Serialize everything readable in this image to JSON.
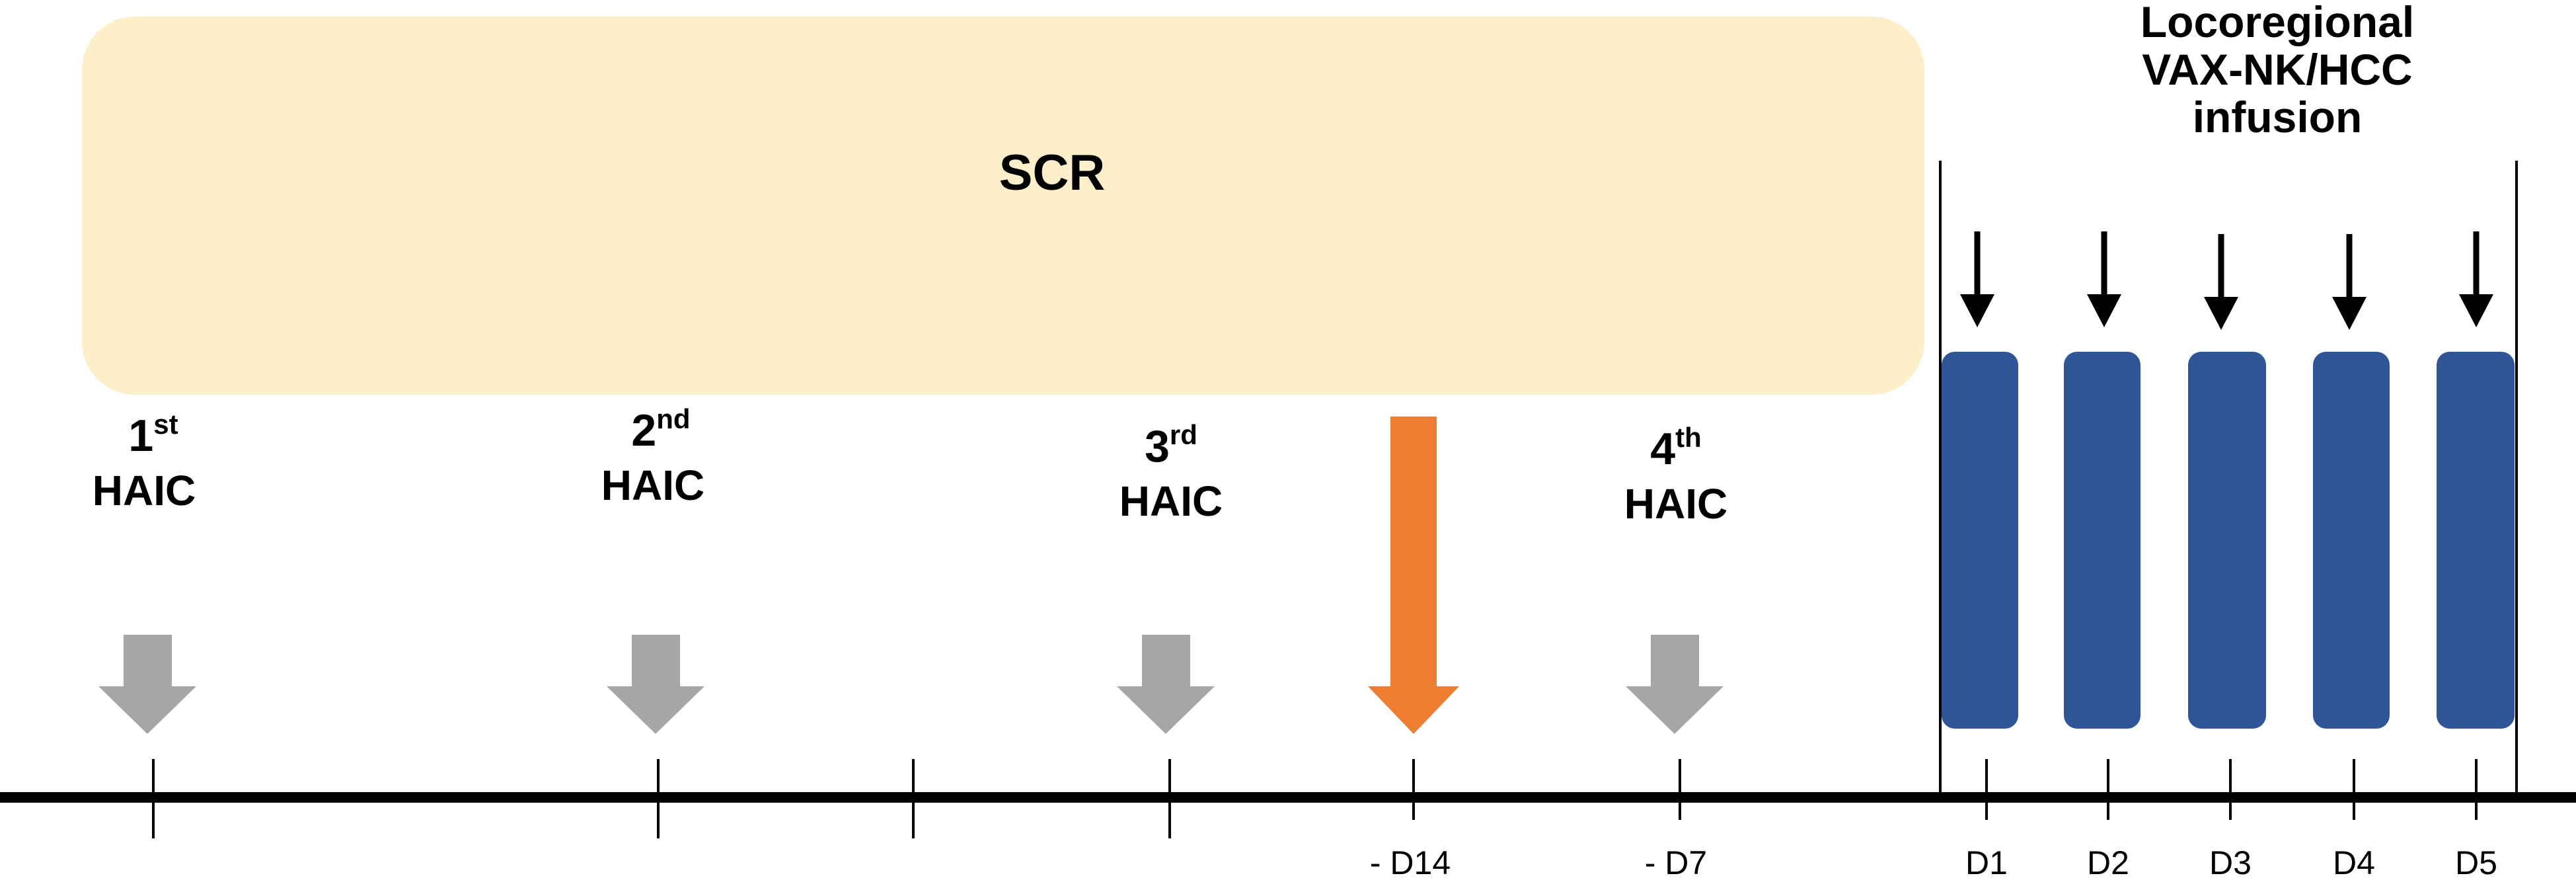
{
  "screening": {
    "label": "SCR"
  },
  "haic": [
    {
      "ordinal": "1",
      "suffix": "st",
      "label": "HAIC"
    },
    {
      "ordinal": "2",
      "suffix": "nd",
      "label": "HAIC"
    },
    {
      "ordinal": "3",
      "suffix": "rd",
      "label": "HAIC"
    },
    {
      "ordinal": "4",
      "suffix": "th",
      "label": "HAIC"
    }
  ],
  "infusion": {
    "title_lines": [
      "Locoregional",
      "VAX-NK/HCC",
      "infusion"
    ],
    "days": [
      "D1",
      "D2",
      "D3",
      "D4",
      "D5"
    ]
  },
  "timeline_labels": {
    "d14": "- D14",
    "d7": "- D7"
  },
  "colors": {
    "screening_fill": "#FDEFC9",
    "haic_arrow": "#A6A6A6",
    "key_arrow": "#ED7D31",
    "infusion_block": "#2F5597",
    "line": "#000000"
  }
}
